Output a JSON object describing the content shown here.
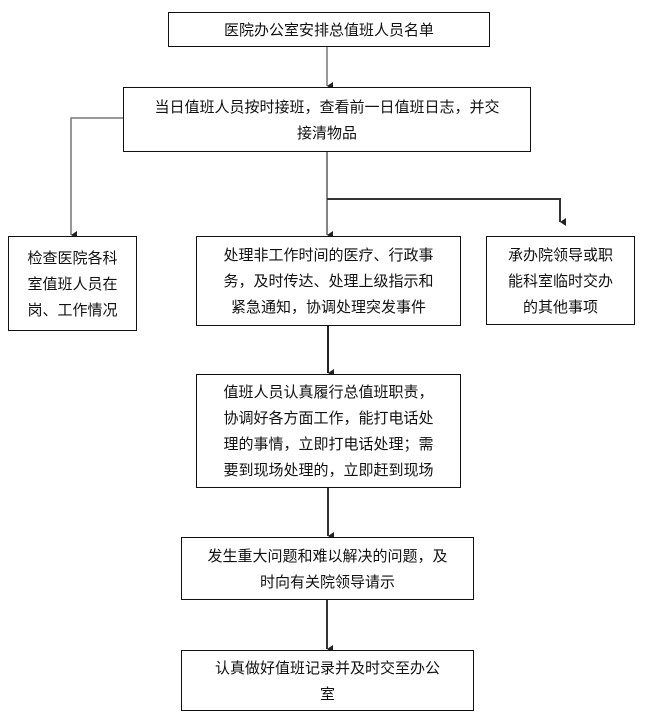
{
  "diagram": {
    "type": "flowchart",
    "nodes": {
      "n1": {
        "lines": [
          "医院办公室安排总值班人员名单"
        ]
      },
      "n2": {
        "lines": [
          "当日值班人员按时接班，查看前一日值班日志，并交",
          "接清物品"
        ]
      },
      "n3": {
        "lines": [
          "检查医院各科",
          "室值班人员在",
          "岗、工作情况"
        ]
      },
      "n4": {
        "lines": [
          "处理非工作时间的医疗、行政事",
          "务，及时传达、处理上级指示和",
          "紧急通知，协调处理突发事件"
        ]
      },
      "n5": {
        "lines": [
          "承办院领导或职",
          "能科室临时交办",
          "的其他事项"
        ]
      },
      "n6": {
        "lines": [
          "值班人员认真履行总值班职责，",
          "协调好各方面工作，能打电话处",
          "理的事情，立即打电话处理；需",
          "要到现场处理的，立即赶到现场"
        ]
      },
      "n7": {
        "lines": [
          "发生重大问题和难以解决的问题，及",
          "时向有关院领导请示"
        ]
      },
      "n8": {
        "lines": [
          "认真做好值班记录并及时交至办公",
          "室"
        ]
      }
    },
    "edges": [
      {
        "from": "n1",
        "to": "n2"
      },
      {
        "from": "n2",
        "to": "n3"
      },
      {
        "from": "n2",
        "to": "n4"
      },
      {
        "from": "n2",
        "to": "n5"
      },
      {
        "from": "n4",
        "to": "n6"
      },
      {
        "from": "n6",
        "to": "n7"
      },
      {
        "from": "n7",
        "to": "n8"
      }
    ]
  }
}
